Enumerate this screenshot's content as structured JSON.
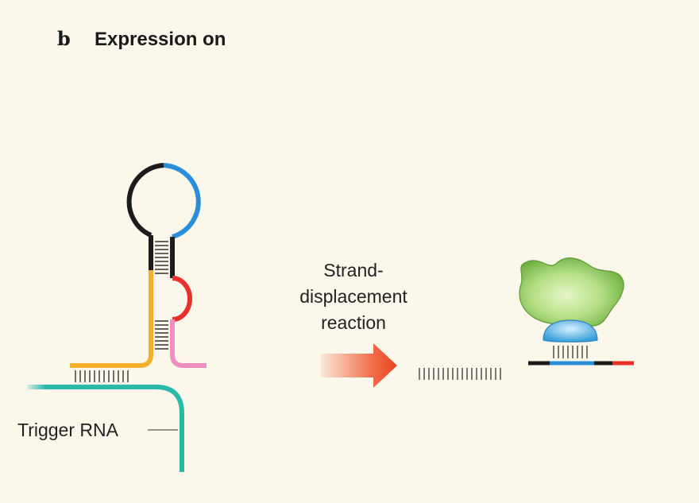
{
  "panel": {
    "letter": "b",
    "title": "Expression on"
  },
  "labels": {
    "reaction_line1": "Strand-",
    "reaction_line2": "displacement",
    "reaction_line3": "reaction",
    "trigger": "Trigger RNA"
  },
  "colors": {
    "background": "#fbf7ea",
    "black_segment": "#1c1c1c",
    "blue_segment": "#2a8fd8",
    "orange_segment": "#f4ae2a",
    "red_segment": "#e8312a",
    "pink_segment": "#ee8fc0",
    "teal_trigger": "#2ab8a8",
    "arrow": "#ef5a33",
    "ribosome_large": "#9fd36a",
    "ribosome_small": "#5fb8e6"
  }
}
